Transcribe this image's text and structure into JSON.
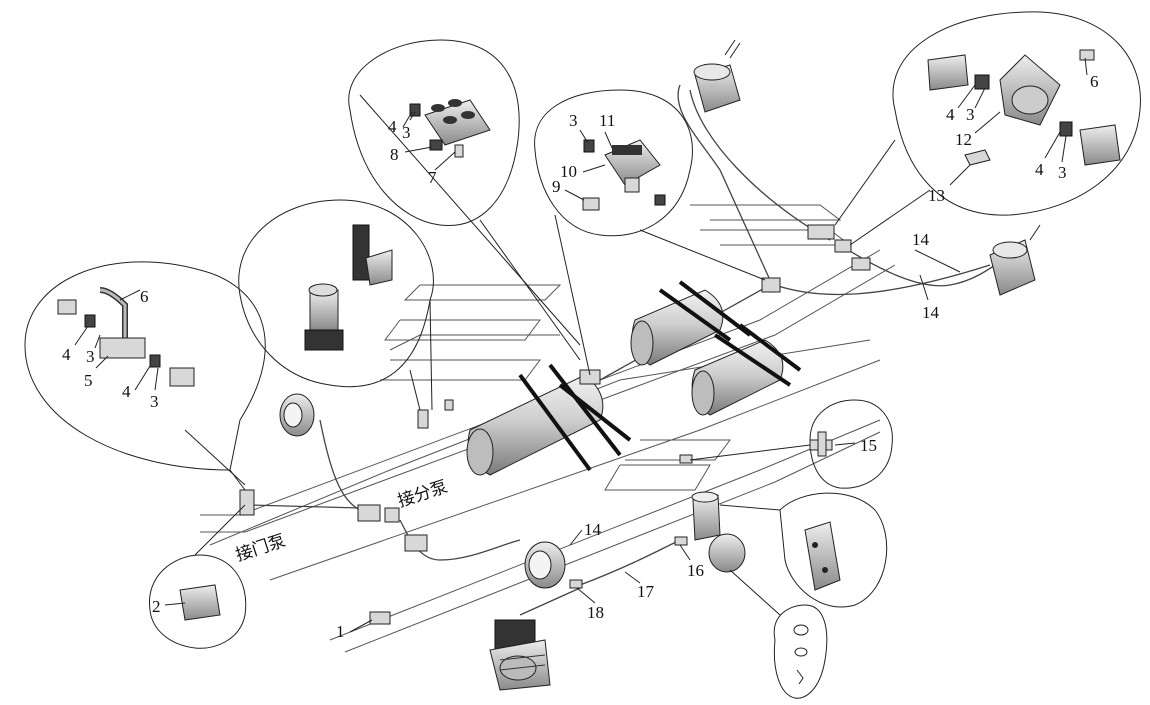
{
  "diagram": {
    "labels": {
      "l1": "1",
      "l2": "2",
      "l3a": "3",
      "l4a": "4",
      "l5": "5",
      "l6a": "6",
      "l3b": "4",
      "l3c": "3",
      "l4b": "4",
      "l3d": "3",
      "l8": "8",
      "l7": "7",
      "l3e": "3",
      "l11": "11",
      "l10": "10",
      "l9": "9",
      "l4c": "4",
      "l3f": "3",
      "l6b": "6",
      "l12": "12",
      "l4d": "4",
      "l3g": "3",
      "l13": "13",
      "l14a": "14",
      "l14b": "14",
      "l15": "15",
      "l14c": "14",
      "l16": "16",
      "l17": "17",
      "l18": "18"
    },
    "annotations": {
      "door_pump": "接门泵",
      "splitter_pump": "接分泵"
    }
  }
}
